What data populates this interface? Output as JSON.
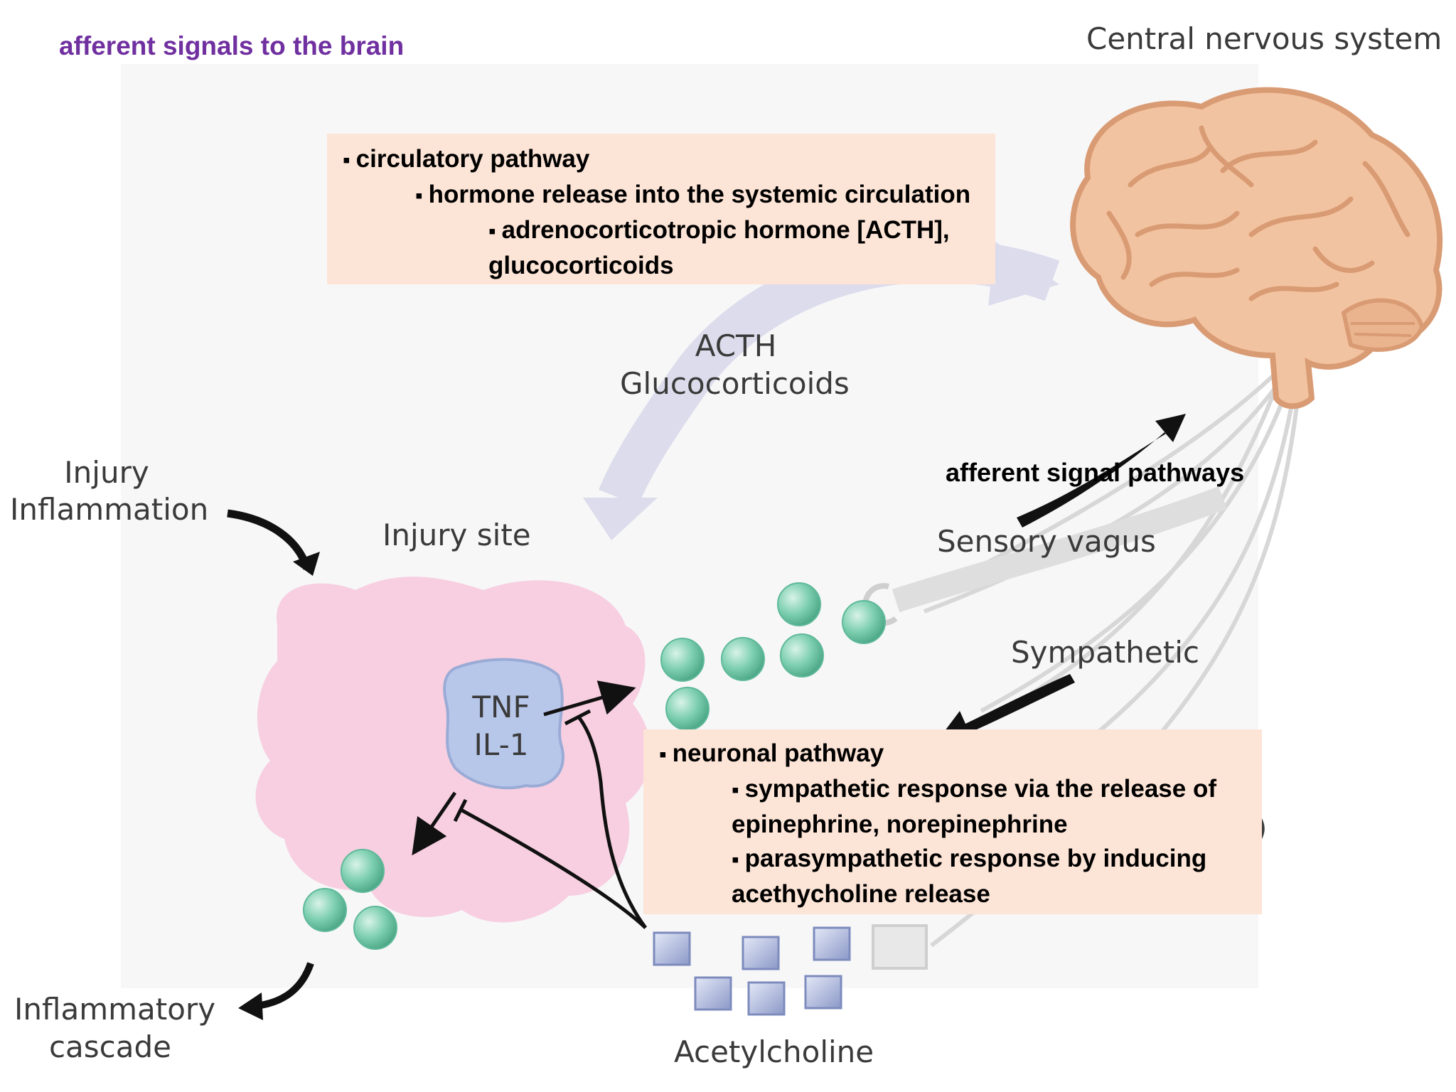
{
  "slide_title": "afferent signals to the brain",
  "diagram": {
    "cns_label": "Central nervous system",
    "acth_label": "ACTH",
    "glucocorticoids_label": "Glucocorticoids",
    "injury_label": "Injury",
    "inflammation_label": "Inflammation",
    "injury_site_label": "Injury site",
    "tnf_label": "TNF",
    "il1_label": "IL-1",
    "sensory_vagus_label": "Sensory vagus",
    "sympathetic_label": "Sympathetic",
    "acetylcholine_label": "Acetylcholine",
    "inflammatory_label": "Inflammatory",
    "cascade_label": "cascade",
    "partial_label_1": "ic",
    "partial_label_2": ")"
  },
  "overlay_label": "afferent signal pathways",
  "circulatory_box": {
    "line1": "circulatory pathway",
    "line2": "hormone release into the systemic circulation",
    "line3": "adrenocorticotropic hormone [ACTH],",
    "line4": "glucocorticoids"
  },
  "neuronal_box": {
    "line1": "neuronal pathway",
    "line2": "sympathetic response via the release of",
    "line3": "epinephrine, norepinephrine",
    "line4": "parasympathetic response by inducing",
    "line5": "acethycholine release"
  },
  "colors": {
    "title": "#7030a0",
    "callout_bg": "#fce4d6",
    "brain": "#f2c3a0",
    "brain_stroke": "#d99b73",
    "injury_blob": "#f7cfe0",
    "cytokine_cell": "#b7c7ea",
    "molecule": "#7dcfb0",
    "acetylcholine_square": "#aab6dc",
    "pathway_arrow": "#dcdcec"
  }
}
